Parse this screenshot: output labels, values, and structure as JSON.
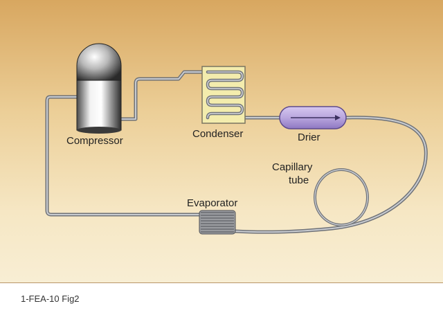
{
  "diagram": {
    "labels": {
      "compressor": "Compressor",
      "condenser": "Condenser",
      "drier": "Drier",
      "capillary_line1": "Capillary",
      "capillary_line2": "tube",
      "evaporator": "Evaporator"
    },
    "colors": {
      "background_top": "#d8a760",
      "background_bottom": "#f8eed4",
      "tubing": "#8a8d93",
      "condenser_fill": "#f3ecad",
      "drier_fill": "#b9a6de",
      "compressor_metal": "#9a9a9a"
    }
  },
  "caption": "1-FEA-10 Fig2"
}
